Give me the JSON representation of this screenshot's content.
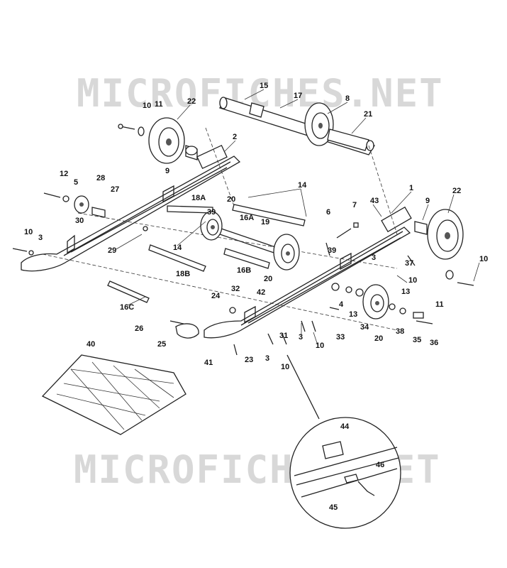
{
  "watermark": {
    "top": "MICROFICHES.NET",
    "bottom": "MICROFICHES.NET"
  },
  "callouts": [
    "15",
    "17",
    "8",
    "21",
    "10",
    "11",
    "22",
    "2",
    "9",
    "12",
    "5",
    "28",
    "27",
    "30",
    "18A",
    "20",
    "39",
    "14",
    "16A",
    "19",
    "6",
    "7",
    "1",
    "43",
    "9",
    "22",
    "10",
    "3",
    "29",
    "14",
    "39",
    "20",
    "16B",
    "18B",
    "3",
    "37",
    "10",
    "42",
    "32",
    "24",
    "16C",
    "4",
    "13",
    "13",
    "34",
    "20",
    "38",
    "35",
    "36",
    "26",
    "25",
    "41",
    "31",
    "3",
    "10",
    "33",
    "23",
    "3",
    "10",
    "40",
    "44",
    "46",
    "45",
    "10",
    "11"
  ]
}
